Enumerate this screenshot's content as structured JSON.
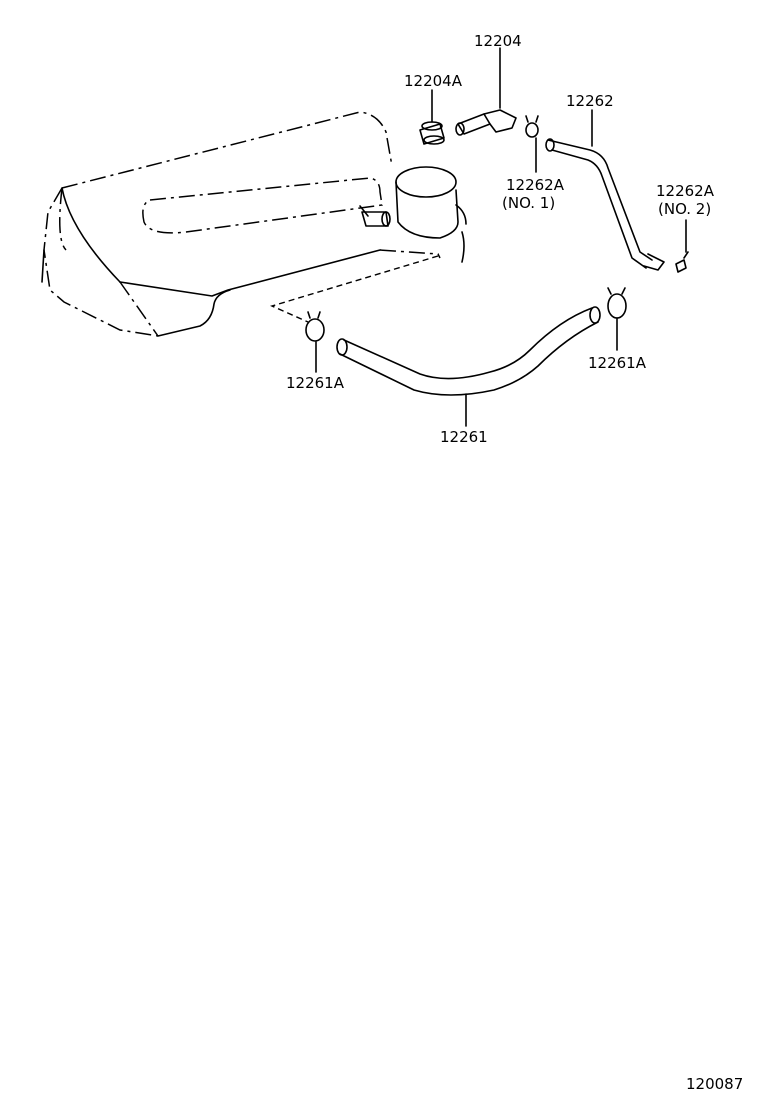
{
  "diagram": {
    "labels": {
      "p12204": "12204",
      "p12204a": "12204A",
      "p12262": "12262",
      "p12262a_no1": "12262A",
      "p12262a_no1_sub": "(NO. 1)",
      "p12262a_no2": "12262A",
      "p12262a_no2_sub": "(NO. 2)",
      "p12261a_left": "12261A",
      "p12261a_right": "12261A",
      "p12261": "12261",
      "ref_number": "120087"
    }
  }
}
